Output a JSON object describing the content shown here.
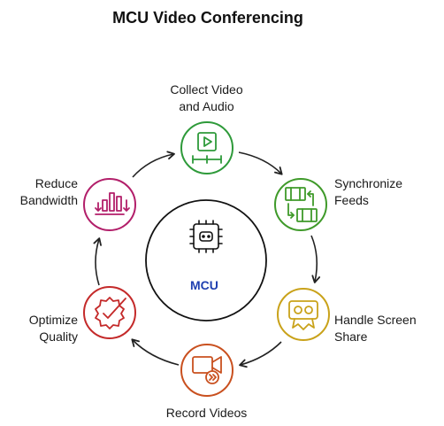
{
  "title": "MCU Video Conferencing",
  "center": {
    "label": "MCU",
    "icon": "chip-robot-icon"
  },
  "steps": [
    {
      "label_line1": "Collect Video",
      "label_line2": "and Audio",
      "icon": "video-play-icon",
      "color": "#2e9a3a"
    },
    {
      "label_line1": "Synchronize",
      "label_line2": "Feeds",
      "icon": "film-sync-icon",
      "color": "#3f9a2a"
    },
    {
      "label_line1": "Handle Screen",
      "label_line2": "Share",
      "icon": "screen-share-icon",
      "color": "#c9a21a"
    },
    {
      "label_line1": "Record Videos",
      "label_line2": "",
      "icon": "video-record-icon",
      "color": "#c9501f"
    },
    {
      "label_line1": "Optimize",
      "label_line2": "Quality",
      "icon": "gear-check-icon",
      "color": "#c42a2a"
    },
    {
      "label_line1": "Reduce",
      "label_line2": "Bandwidth",
      "icon": "bandwidth-bars-icon",
      "color": "#b21f6a"
    }
  ]
}
